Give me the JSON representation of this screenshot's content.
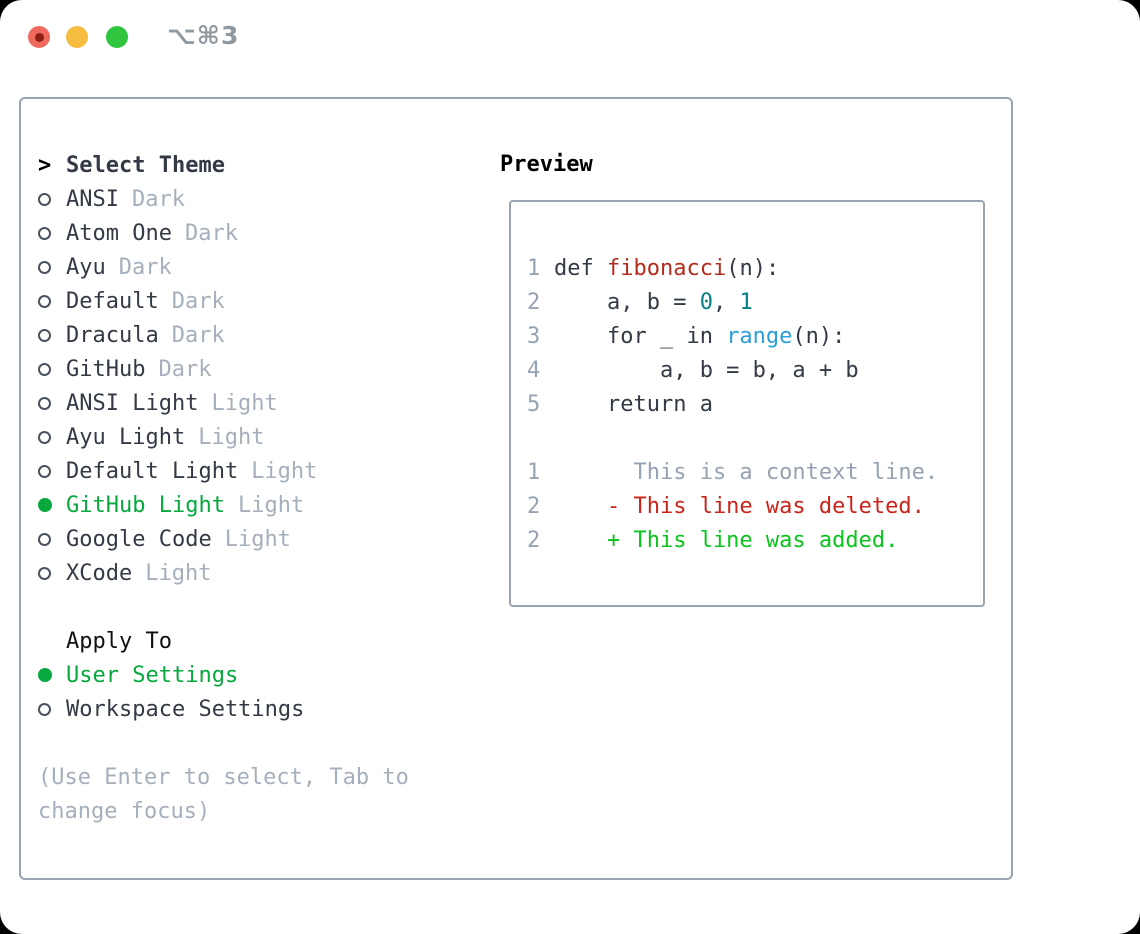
{
  "window": {
    "shortcut": "⌥⌘3",
    "traffic_lights": [
      "close",
      "minimize",
      "zoom"
    ]
  },
  "theme_panel": {
    "header": {
      "marker": ">",
      "label": "Select Theme"
    },
    "themes": [
      {
        "name": "ANSI",
        "variant": "Dark",
        "selected": false
      },
      {
        "name": "Atom One",
        "variant": "Dark",
        "selected": false
      },
      {
        "name": "Ayu",
        "variant": "Dark",
        "selected": false
      },
      {
        "name": "Default",
        "variant": "Dark",
        "selected": false
      },
      {
        "name": "Dracula",
        "variant": "Dark",
        "selected": false
      },
      {
        "name": "GitHub",
        "variant": "Dark",
        "selected": false
      },
      {
        "name": "ANSI Light",
        "variant": "Light",
        "selected": false
      },
      {
        "name": "Ayu Light",
        "variant": "Light",
        "selected": false
      },
      {
        "name": "Default Light",
        "variant": "Light",
        "selected": false
      },
      {
        "name": "GitHub Light",
        "variant": "Light",
        "selected": true
      },
      {
        "name": "Google Code",
        "variant": "Light",
        "selected": false
      },
      {
        "name": "XCode",
        "variant": "Light",
        "selected": false
      }
    ],
    "apply_to": {
      "label": "Apply To",
      "options": [
        {
          "name": "User Settings",
          "selected": true
        },
        {
          "name": "Workspace Settings",
          "selected": false
        }
      ]
    },
    "help": [
      "(Use Enter to select, Tab to",
      "change focus)"
    ]
  },
  "preview": {
    "title": "Preview",
    "code_lines": [
      {
        "num": "1",
        "segments": [
          {
            "t": "def ",
            "c": "plain"
          },
          {
            "t": "fibonacci",
            "c": "func"
          },
          {
            "t": "(n):",
            "c": "plain"
          }
        ]
      },
      {
        "num": "2",
        "segments": [
          {
            "t": "    a, b = ",
            "c": "plain"
          },
          {
            "t": "0",
            "c": "num"
          },
          {
            "t": ", ",
            "c": "plain"
          },
          {
            "t": "1",
            "c": "num"
          }
        ]
      },
      {
        "num": "3",
        "segments": [
          {
            "t": "    for _ in ",
            "c": "plain"
          },
          {
            "t": "range",
            "c": "builtin"
          },
          {
            "t": "(n):",
            "c": "plain"
          }
        ]
      },
      {
        "num": "4",
        "segments": [
          {
            "t": "        a, b = b, a + b",
            "c": "plain"
          }
        ]
      },
      {
        "num": "5",
        "segments": [
          {
            "t": "    return a",
            "c": "plain"
          }
        ]
      },
      {
        "num": "",
        "segments": []
      },
      {
        "num": "1",
        "segments": [
          {
            "t": "      This is a context line.",
            "c": "context"
          }
        ]
      },
      {
        "num": "2",
        "segments": [
          {
            "t": "    - This line was deleted.",
            "c": "deleted"
          }
        ]
      },
      {
        "num": "2",
        "segments": [
          {
            "t": "    + This line was added.",
            "c": "added"
          }
        ]
      }
    ]
  },
  "colors": {
    "accent_green": "#07a83e",
    "added_green": "#0cc31e",
    "deleted_red": "#ca251b",
    "function_red": "#b32c1c",
    "builtin_blue": "#2b9fd9",
    "number_teal": "#067f87",
    "muted_gray": "#a6afbc",
    "gutter_gray": "#96a2b2",
    "border_gray": "#9aa3b0",
    "traffic_red": "#ee6a5f",
    "traffic_yellow": "#f7bd40",
    "traffic_green": "#30c53e"
  }
}
